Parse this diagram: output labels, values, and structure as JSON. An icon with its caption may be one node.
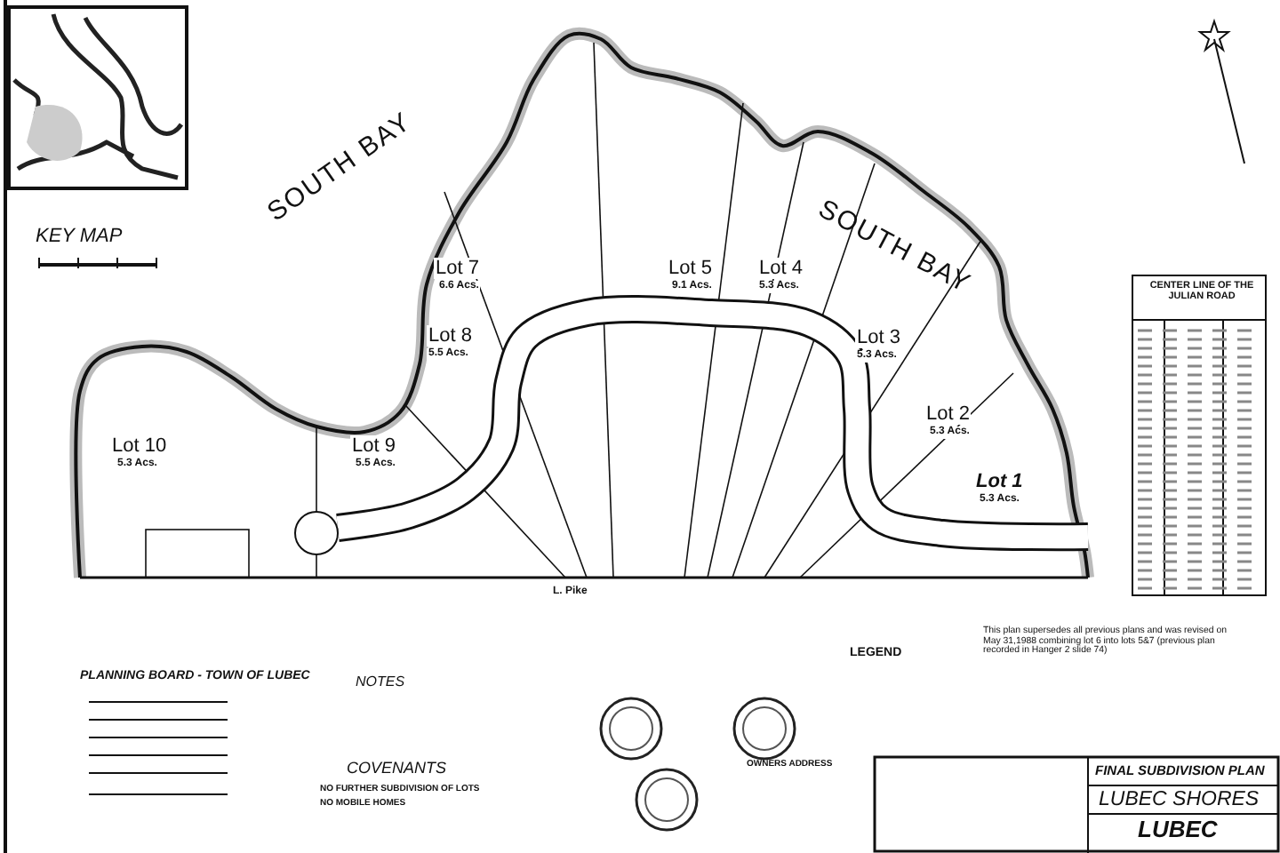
{
  "diagram": {
    "labels": [
      "KEY MAP",
      "SOUTH BAY",
      "SOUTH BAY",
      "Lot 7",
      "6.6 Acs.",
      "Lot 5",
      "9.1 Acs.",
      "Lot 4",
      "5.3 Acs.",
      "Lot 8",
      "5.5 Acs.",
      "Lot 3",
      "5.3 Acs.",
      "Lot 2",
      "5.3 Acs.",
      "Lot 10",
      "5.3 Acs.",
      "Lot 9",
      "5.5 Acs.",
      "Lot 1",
      "5.3 Acs.",
      "L. Pike",
      "CENTER LINE OF THE JULIAN ROAD",
      "PLANNING BOARD - TOWN OF LUBEC",
      "NOTES",
      "COVENANTS",
      "NO FURTHER SUBDIVISION OF LOTS",
      "NO MOBILE HOMES",
      "LEGEND",
      "This plan supersedes all previous plans and was revised on May 31,1988 combining lot 6 into lots 5&7 (previous plan recorded in Hanger 2 slide 74)",
      "OWNERS ADDRESS",
      "FINAL SUBDIVISION PLAN",
      "LUBEC SHORES",
      "LUBEC"
    ]
  }
}
